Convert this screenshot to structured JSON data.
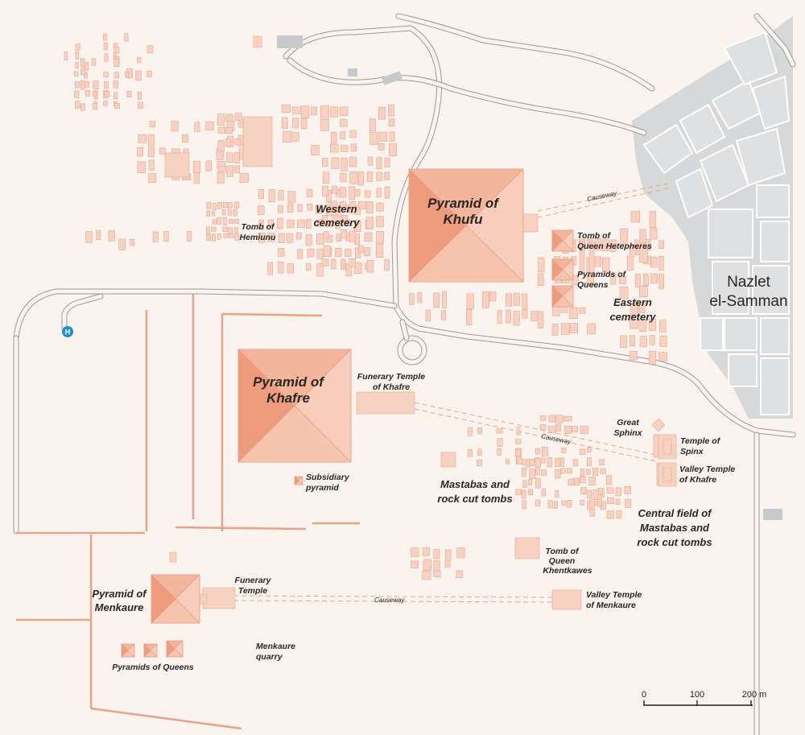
{
  "title": "",
  "labels": {
    "khufu": [
      "Pyramid of",
      "Khufu"
    ],
    "khafre": [
      "Pyramid of",
      "Khafre"
    ],
    "menkaure": [
      "Pyramid of",
      "Menkaure"
    ],
    "western_cemetery": [
      "Western",
      "cemetery"
    ],
    "tomb_hemiunu": [
      "Tomb of",
      "Hemiunu"
    ],
    "causeway_khufu": "Causeway",
    "tomb_hetepheres": [
      "Tomb of",
      "Queen Hetepheres"
    ],
    "pyramids_queens_khufu": [
      "Pyramids of",
      "Queens"
    ],
    "eastern_cemetery": [
      "Eastern",
      "cemetery"
    ],
    "nazlet": [
      "Nazlet",
      "el-Samman"
    ],
    "funerary_khafre": [
      "Funerary Temple",
      "of Khafre"
    ],
    "causeway_khafre": "Causeway",
    "great_sphinx": [
      "Great",
      "Sphinx"
    ],
    "temple_spinx": [
      "Temple of",
      "Spinx"
    ],
    "valley_khafre": [
      "Valley Temple",
      "of Khafre"
    ],
    "subsidiary": [
      "Subsidiary",
      "pyramid"
    ],
    "mastabas": [
      "Mastabas and",
      "rock cut tombs"
    ],
    "central_field": [
      "Central field of",
      "Mastabas and",
      "rock cut tombs"
    ],
    "tomb_khentkawes": [
      "Tomb of",
      "Queen",
      "Khentkawes"
    ],
    "funerary_menkaure": [
      "Funerary",
      "Temple"
    ],
    "causeway_menkaure": "Causeway",
    "valley_menkaure": [
      "Valley Temple",
      "of Menkaure"
    ],
    "menkaure_quarry": [
      "Menkaure",
      "quarry"
    ],
    "pyramids_queens_menkaure": "Pyramids of Queens",
    "helipad": "H"
  },
  "scale": {
    "ticks": [
      "0",
      "100",
      "200 m"
    ]
  },
  "colors": {
    "pyramid_dark": "#ef9b7d",
    "pyramid_mid": "#f3b59c",
    "pyramid_light": "#f8cdbb",
    "building": "#f7d2c3",
    "outline": "#e9a58f",
    "town": "#dfe0e2",
    "road": "#9a9a9a",
    "background": "#fbf4ee",
    "helipad": "#1f8fd0"
  }
}
